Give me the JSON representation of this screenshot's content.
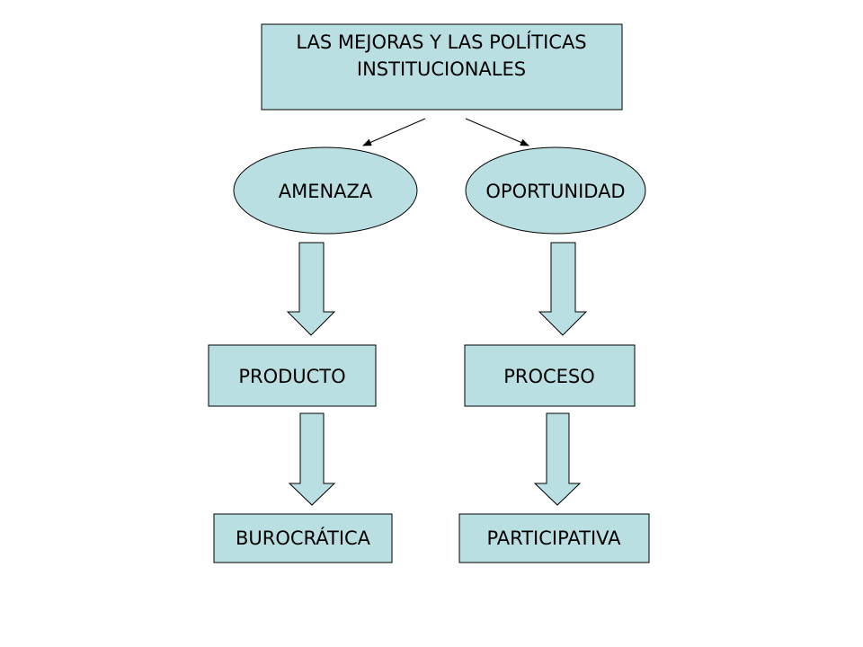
{
  "diagram": {
    "title_box": {
      "line1": "LAS MEJORAS Y LAS POLÍTICAS",
      "line2": "INSTITUCIONALES"
    },
    "left": {
      "ellipse": "AMENAZA",
      "box1": "PRODUCTO",
      "box2": "BUROCRÁTICA"
    },
    "right": {
      "ellipse": "OPORTUNIDAD",
      "box1": "PROCESO",
      "box2": "PARTICIPATIVA"
    }
  },
  "colors": {
    "fill": "#b9dfe2",
    "stroke": "#000000",
    "text": "#000000"
  }
}
